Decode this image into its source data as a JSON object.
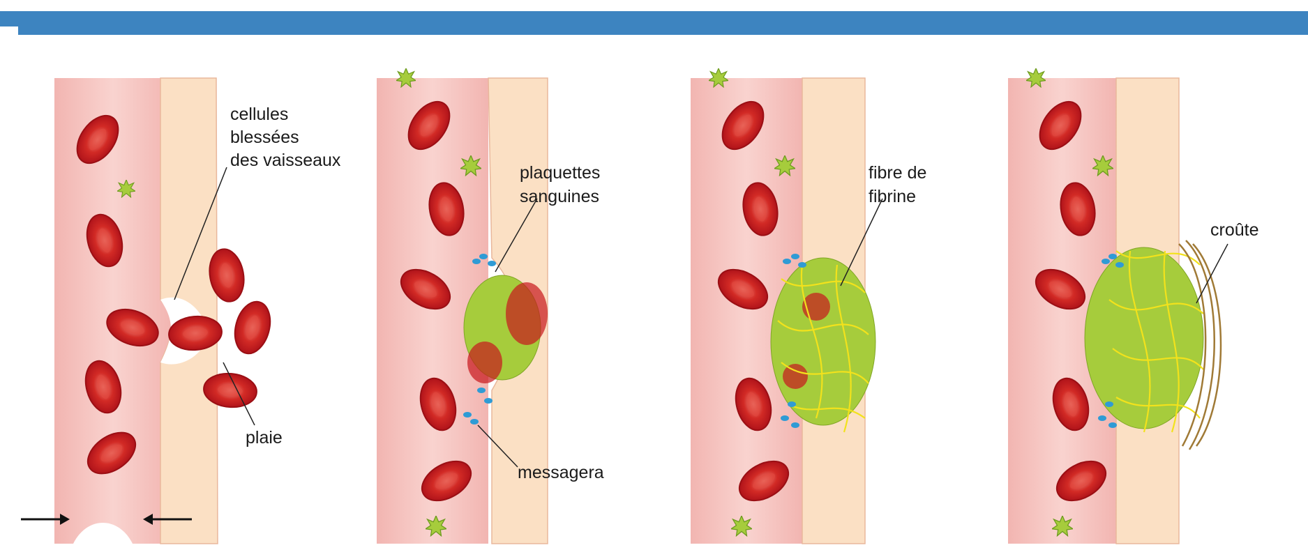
{
  "labels": {
    "panel1_injured_cells_line1": "cellules",
    "panel1_injured_cells_line2": "blessées",
    "panel1_injured_cells_line3": "des vaisseaux",
    "panel1_wound": "plaie",
    "panel2_platelets_line1": "plaquettes",
    "panel2_platelets_line2": "sanguines",
    "panel2_messengers": "messagera",
    "panel3_fibrin_line1": "fibre de",
    "panel3_fibrin_line2": "fibrine",
    "panel4_scab": "croûte"
  },
  "colors": {
    "header_bar": "#3d84c0",
    "vessel": "#f6c9c4",
    "tissue": "#fbe0c4",
    "red_cell": "#c8171d",
    "platelet": "#a6cc3c",
    "fibrin": "#f2e21c",
    "messenger": "#2f9bd5",
    "scab": "#a07a36"
  }
}
